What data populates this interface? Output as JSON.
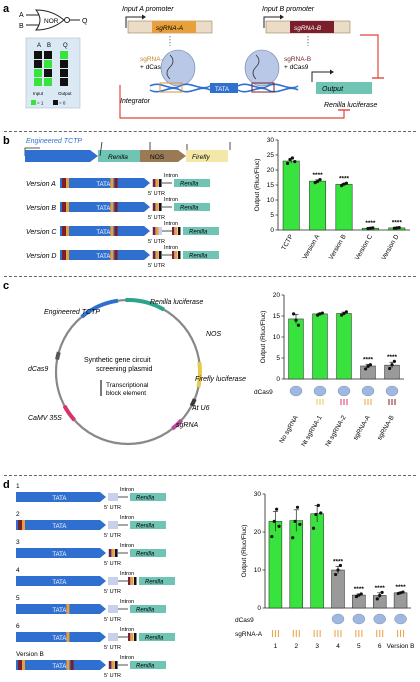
{
  "panel_a": {
    "letter": "a",
    "gate": {
      "input_a": "A",
      "input_b": "B",
      "name": "NOR",
      "output": "Q"
    },
    "truth_table": {
      "header_a": "A",
      "header_b": "B",
      "header_q": "Q",
      "input_label": "Input",
      "output_label": "Output",
      "rows": [
        [
          0,
          0,
          1
        ],
        [
          0,
          1,
          0
        ],
        [
          1,
          0,
          0
        ],
        [
          1,
          1,
          0
        ]
      ],
      "legend_one": "= 1",
      "legend_zero": "= 0"
    },
    "input_a_promoter": "Input A promoter",
    "input_b_promoter": "Input B promoter",
    "sgrna_a": "sgRNA-A",
    "sgrna_b": "sgRNA-B",
    "label_a": "sgRNA-A",
    "label_a2": "+ dCas9",
    "label_b": "sgRNA-B",
    "label_b2": "+ dCas9",
    "tata": "TATA",
    "integrator": "Integrator",
    "output": "Output",
    "reporter": "Renilla luciferase",
    "colors": {
      "green": "#37e33c",
      "black": "#111",
      "blue": "#2f6fcf",
      "orange": "#d9933f",
      "maroon": "#7a1f2b",
      "teal": "#6fc4b4"
    }
  },
  "panel_b": {
    "letter": "b",
    "construct_title": "Engineered TCTP",
    "renilla": "Renilla",
    "nos": "NOS",
    "firefly": "Firefly",
    "tata": "TATA",
    "intron": "Intron",
    "utr": "5′ UTR",
    "versions": [
      "Version A",
      "Version B",
      "Version C",
      "Version D"
    ],
    "chart_data": {
      "type": "bar",
      "categories": [
        "TCTP",
        "Version A",
        "Version B",
        "Version C",
        "Version D"
      ],
      "values": [
        23,
        16.3,
        15.2,
        0.6,
        0.7
      ],
      "points": [
        [
          22.2,
          23.5,
          24.0,
          22.8
        ],
        [
          15.8,
          16.2,
          16.8
        ],
        [
          14.8,
          15.3,
          15.6
        ],
        [
          0.5,
          0.6,
          0.7
        ],
        [
          0.6,
          0.7,
          0.8
        ]
      ],
      "significance": [
        "",
        "****",
        "****",
        "****",
        "****"
      ],
      "ylabel": "Output (Rluc/Fluc)",
      "ylim": [
        0,
        30
      ],
      "yticks": [
        0,
        5,
        10,
        15,
        20,
        25,
        30
      ],
      "bar_color": "#37e33c"
    }
  },
  "panel_c": {
    "letter": "c",
    "plasmid_title_1": "Synthetic gene circuit",
    "plasmid_title_2": "screening plasmid",
    "legend_1": "Transcriptional",
    "legend_2": "block element",
    "segments": [
      "Engineered TCTP",
      "Renilla luciferase",
      "NOS",
      "Firefly luciferase",
      "At U6",
      "sgRNA",
      "CaMV 35S",
      "dCas9"
    ],
    "dcas9_row": "dCas9",
    "chart_data": {
      "type": "bar",
      "categories": [
        "No sgRNA",
        "Nt sgRNA-1",
        "Nt sgRNA-2",
        "sgRNA-A",
        "sgRNA-B"
      ],
      "values": [
        14.3,
        15.5,
        15.6,
        3.1,
        3.3
      ],
      "points": [
        [
          15.5,
          14.0,
          12.8
        ],
        [
          15.2,
          15.5,
          15.7
        ],
        [
          15.2,
          15.6,
          16.0
        ],
        [
          2.4,
          3.0,
          3.4
        ],
        [
          2.5,
          3.4,
          4.2
        ]
      ],
      "significance": [
        "",
        "",
        "",
        "****",
        "****"
      ],
      "bar_colors": [
        "#37e33c",
        "#37e33c",
        "#37e33c",
        "#9a9a9a",
        "#9a9a9a"
      ],
      "ylabel": "Output (Rluc/Fluc)",
      "ylim": [
        0,
        20
      ],
      "yticks": [
        0,
        5,
        10,
        15,
        20
      ]
    }
  },
  "panel_d": {
    "letter": "d",
    "rows": [
      "1",
      "2",
      "3",
      "4",
      "5",
      "6",
      "Version B"
    ],
    "tata": "TATA",
    "intron": "Intron",
    "renilla": "Renilla",
    "utr": "5′ UTR",
    "dcas9_row": "dCas9",
    "sgrna_row": "sgRNA-A",
    "chart_data": {
      "type": "bar",
      "categories": [
        "1",
        "2",
        "3",
        "4",
        "5",
        "6",
        "Version B"
      ],
      "values": [
        22.8,
        23.0,
        24.8,
        10.0,
        3.4,
        3.3,
        4.0
      ],
      "points": [
        [
          18.8,
          22.8,
          26.0,
          21.5
        ],
        [
          18.5,
          22.8,
          26.5,
          22.0
        ],
        [
          21.0,
          24.6,
          27.0,
          25.0
        ],
        [
          8.8,
          10.0,
          11.2
        ],
        [
          3.0,
          3.4,
          3.7
        ],
        [
          2.4,
          3.3,
          4.1
        ],
        [
          3.8,
          4.0,
          4.2
        ]
      ],
      "significance": [
        "",
        "",
        "",
        "****",
        "****",
        "****",
        "****"
      ],
      "bar_colors": [
        "#37e33c",
        "#37e33c",
        "#37e33c",
        "#9a9a9a",
        "#9a9a9a",
        "#9a9a9a",
        "#9a9a9a"
      ],
      "ylabel": "Output (Rluc/Fluc)",
      "ylim": [
        0,
        30
      ],
      "yticks": [
        0,
        10,
        20,
        30
      ]
    }
  }
}
